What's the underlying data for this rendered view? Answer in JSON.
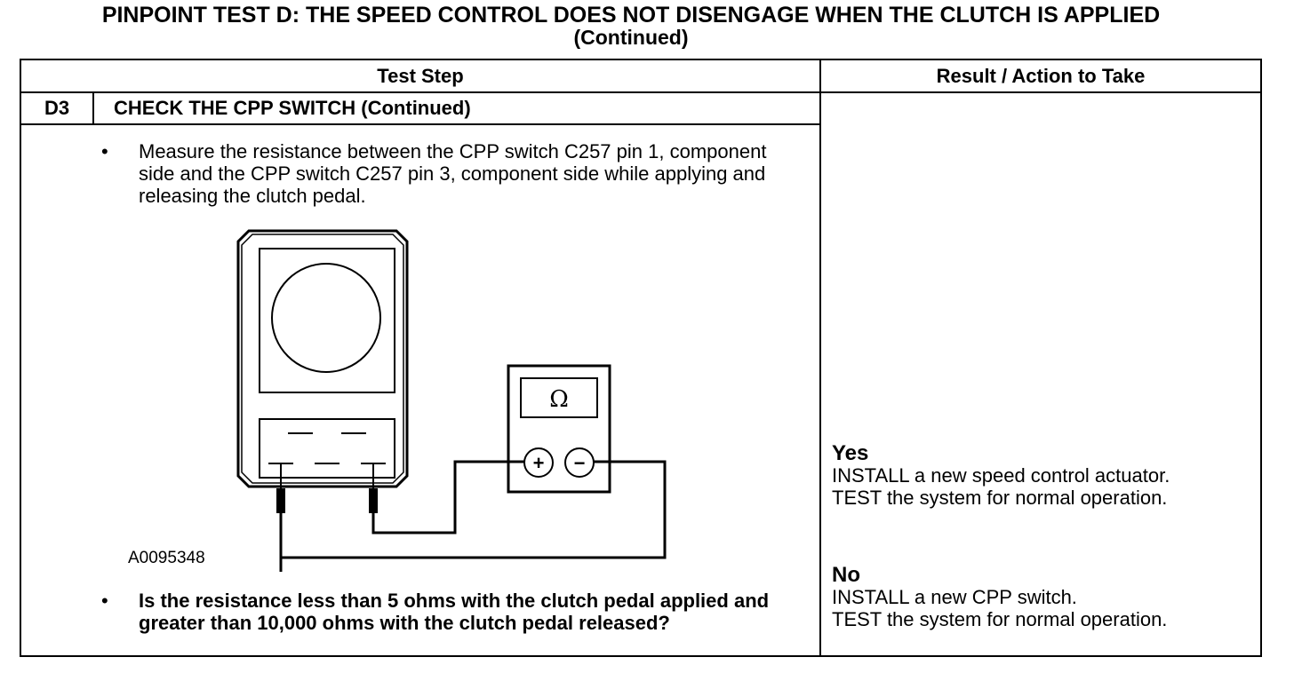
{
  "title": {
    "main": "PINPOINT TEST  D: THE SPEED CONTROL DOES NOT DISENGAGE WHEN THE CLUTCH IS APPLIED",
    "continued": "(Continued)"
  },
  "table": {
    "col_test_step": "Test Step",
    "col_result": "Result / Action to Take",
    "step_id": "D3",
    "step_title": "CHECK THE CPP SWITCH (Continued)",
    "bullet_char": "•",
    "instruction": "Measure the resistance between the CPP switch C257 pin 1, component side and the CPP switch C257 pin 3, component side while applying and releasing the clutch pedal.",
    "question": "Is the resistance less than 5 ohms with the clutch pedal applied and greater than 10,000 ohms with the clutch pedal released?"
  },
  "figure": {
    "id": "A0095348",
    "ohm_symbol": "Ω",
    "plus": "+",
    "minus": "−"
  },
  "results": {
    "yes_label": "Yes",
    "yes_line1": "INSTALL a new speed control actuator.",
    "yes_line2": "TEST the system for normal operation.",
    "no_label": "No",
    "no_line1": "INSTALL a new CPP switch.",
    "no_line2": "TEST the system for normal operation."
  }
}
